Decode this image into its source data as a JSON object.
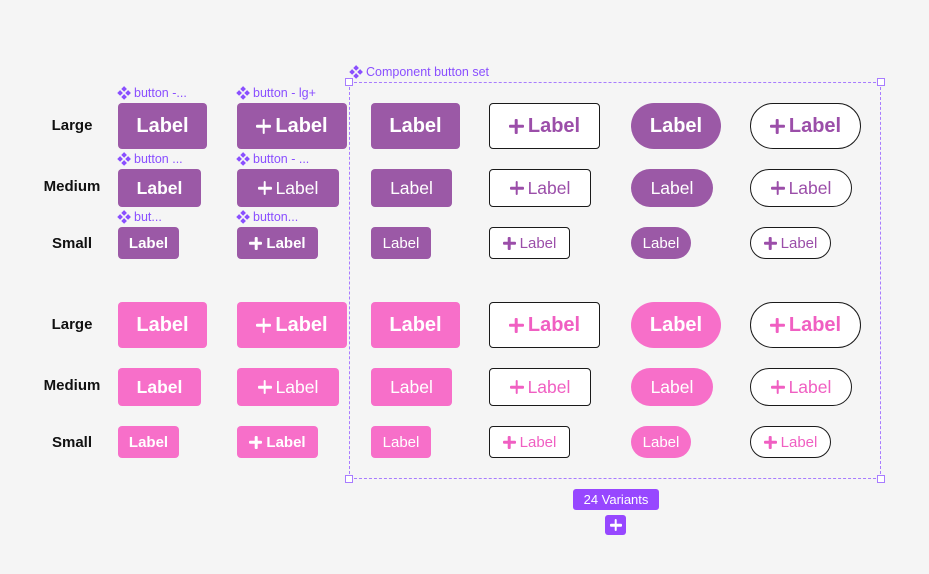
{
  "frame": {
    "title": "Component button set",
    "variants_badge": "24 Variants"
  },
  "rows": {
    "large": "Large",
    "medium": "Medium",
    "small": "Small"
  },
  "tags": {
    "lg_plain": "button -...",
    "lg_icon": "button - lg+",
    "md_plain": "button ...",
    "md_icon": "button - ...",
    "sm_plain": "but...",
    "sm_icon": "button..."
  },
  "button_label": "Label",
  "colors": {
    "purple": "#9b59a6",
    "pink": "#f76fc9",
    "selection": "#9747ff"
  },
  "icons": {
    "component": "component-icon",
    "plus": "plus-icon"
  }
}
